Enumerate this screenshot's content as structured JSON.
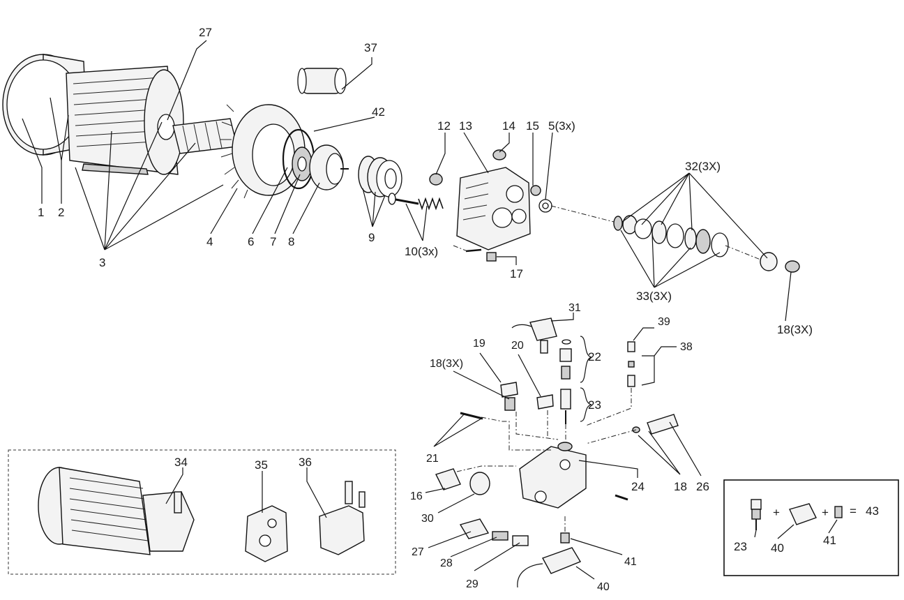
{
  "callouts": {
    "c1": "1",
    "c2": "2",
    "c3": "3",
    "c4": "4",
    "c6": "6",
    "c7": "7",
    "c8": "8",
    "c9": "9",
    "c10": "10(3x)",
    "c12": "12",
    "c13": "13",
    "c14": "14",
    "c15": "15",
    "c5": "5(3x)",
    "c17": "17",
    "c27top": "27",
    "c37": "37",
    "c42": "42",
    "c32": "32(3X)",
    "c33": "33(3X)",
    "c18r": "18(3X)",
    "c31": "31",
    "c39": "39",
    "c38": "38",
    "c22": "22",
    "c23": "23",
    "c19": "19",
    "c20": "20",
    "c18l": "18(3X)",
    "c21": "21",
    "c16": "16",
    "c30": "30",
    "c24": "24",
    "c18b": "18",
    "c26": "26",
    "c27b": "27",
    "c28": "28",
    "c29": "29",
    "c41": "41",
    "c40": "40",
    "c34": "34",
    "c35": "35",
    "c36": "36"
  },
  "kit_box": {
    "part_a": "23",
    "plus1": "+",
    "part_b": "40",
    "plus2": "+",
    "part_c": "41",
    "equals": "=",
    "result": "43"
  },
  "colors": {
    "line": "#111111",
    "fill_light": "#f3f3f3",
    "fill_dark": "#cfcfcf"
  }
}
